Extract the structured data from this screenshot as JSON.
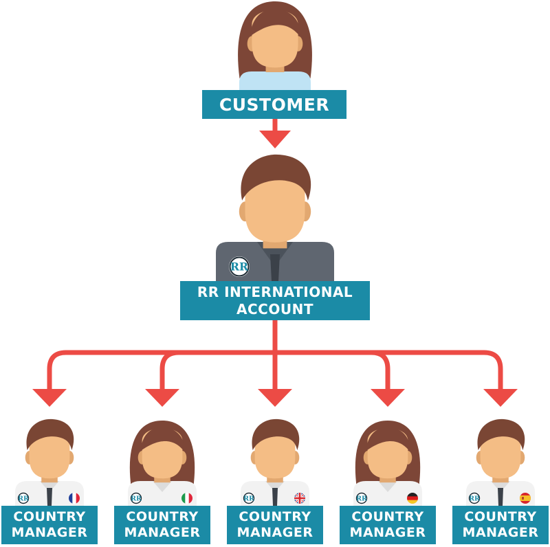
{
  "customer": {
    "label": "CUSTOMER"
  },
  "account": {
    "line1": "RR INTERNATIONAL",
    "line2": "ACCOUNT",
    "badge": "RR"
  },
  "managers": [
    {
      "line1": "COUNTRY",
      "line2": "MANAGER",
      "gender": "male",
      "flag": "france"
    },
    {
      "line1": "COUNTRY",
      "line2": "MANAGER",
      "gender": "female",
      "flag": "italy"
    },
    {
      "line1": "COUNTRY",
      "line2": "MANAGER",
      "gender": "male",
      "flag": "united-kingdom"
    },
    {
      "line1": "COUNTRY",
      "line2": "MANAGER",
      "gender": "female",
      "flag": "germany"
    },
    {
      "line1": "COUNTRY",
      "line2": "MANAGER",
      "gender": "male",
      "flag": "spain"
    }
  ],
  "colors": {
    "label_bg": "#1b8ba6",
    "arrow": "#ec4b45",
    "skin": "#f4bd85",
    "skin_shadow": "#e2a870",
    "hair_male": "#7a4634",
    "hair_female": "#7d4637",
    "suit": "#5f6670",
    "customer_shirt": "#bfe3f4"
  }
}
